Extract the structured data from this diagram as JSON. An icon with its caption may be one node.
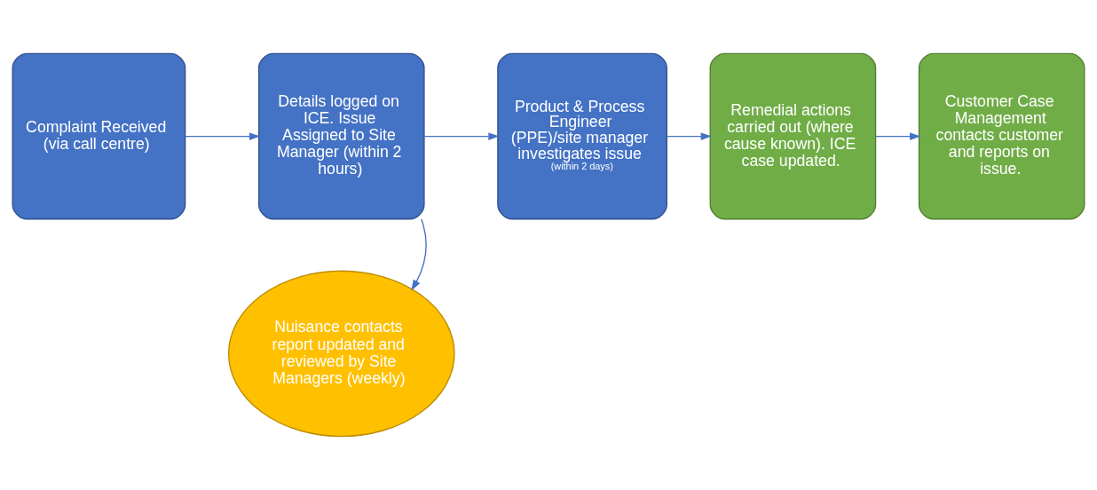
{
  "diagram": {
    "nodes": [
      {
        "text": [
          "Complaint Received (via call centre)"
        ]
      },
      {
        "text": [
          "Details logged on ICE. Issue Assigned to Site Manager (within 2 hours)"
        ]
      },
      {
        "text": [
          "Product & Process Engineer (PPE)/site manager investigates issue",
          "(within 2 days)"
        ]
      },
      {
        "text": [
          "Remedial actions carried out (where cause known). ICE case updated."
        ]
      },
      {
        "text": [
          "Customer Case Management contacts customer and reports on issue."
        ]
      },
      {
        "text": [
          "Nuisance contacts report updated and reviewed by Site Managers (weekly)"
        ]
      }
    ],
    "edges": [
      {
        "from": 0,
        "to": 1,
        "arrow": "to"
      },
      {
        "from": 1,
        "to": 2,
        "arrow": "to"
      },
      {
        "from": 2,
        "to": 3,
        "arrow": "to"
      },
      {
        "from": 3,
        "to": 4,
        "arrow": "to"
      },
      {
        "from": 1,
        "to": 5,
        "arrow": "to"
      }
    ]
  }
}
